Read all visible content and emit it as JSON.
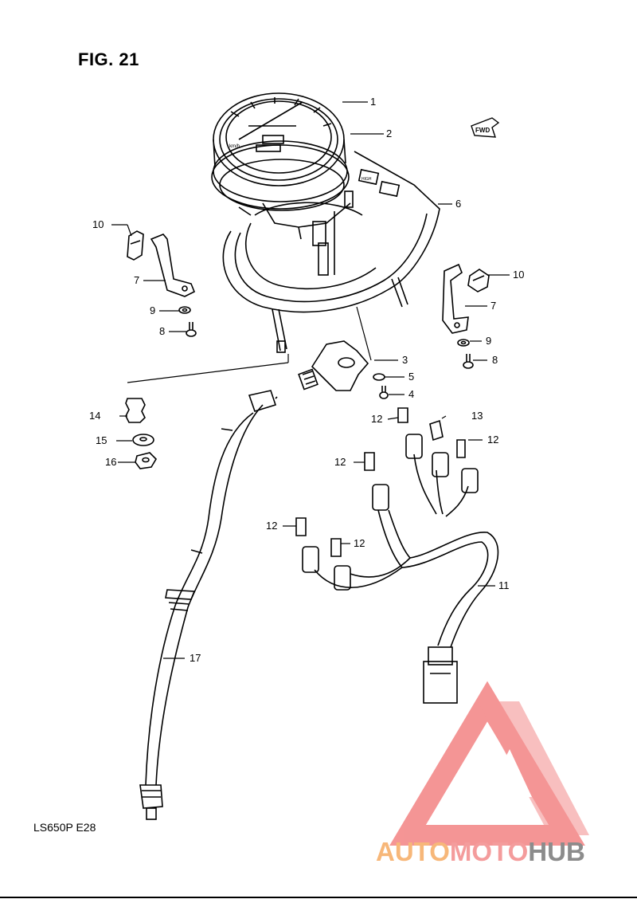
{
  "figure": {
    "title": "FIG. 21",
    "model_code": "LS650P  E28",
    "fwd_badge": "FWD"
  },
  "callouts": [
    {
      "id": "1",
      "label": "1"
    },
    {
      "id": "2",
      "label": "2"
    },
    {
      "id": "3",
      "label": "3"
    },
    {
      "id": "4",
      "label": "4"
    },
    {
      "id": "5",
      "label": "5"
    },
    {
      "id": "6",
      "label": "6"
    },
    {
      "id": "7a",
      "label": "7"
    },
    {
      "id": "7b",
      "label": "7"
    },
    {
      "id": "8a",
      "label": "8"
    },
    {
      "id": "8b",
      "label": "8"
    },
    {
      "id": "9a",
      "label": "9"
    },
    {
      "id": "9b",
      "label": "9"
    },
    {
      "id": "10a",
      "label": "10"
    },
    {
      "id": "10b",
      "label": "10"
    },
    {
      "id": "11",
      "label": "11"
    },
    {
      "id": "12a",
      "label": "12"
    },
    {
      "id": "12b",
      "label": "12"
    },
    {
      "id": "12c",
      "label": "12"
    },
    {
      "id": "12d",
      "label": "12"
    },
    {
      "id": "12e",
      "label": "12"
    },
    {
      "id": "13",
      "label": "13"
    },
    {
      "id": "14",
      "label": "14"
    },
    {
      "id": "15",
      "label": "15"
    },
    {
      "id": "16",
      "label": "16"
    },
    {
      "id": "17",
      "label": "17"
    }
  ],
  "watermark": {
    "part1": "AUTO",
    "part2": "MOTO",
    "part3": "HUB",
    "colors": {
      "auto": "#f7b779",
      "moto": "#f49c9c",
      "hub": "#8c8c8c",
      "logo": "#f27b7b"
    }
  }
}
